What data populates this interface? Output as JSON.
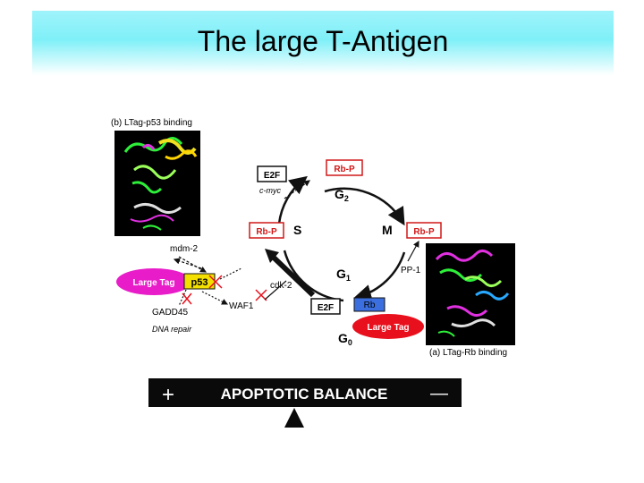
{
  "slide": {
    "title": "The large T-Antigen"
  },
  "panels": {
    "p53_binding": "(b) LTag-p53 binding",
    "rb_binding": "(a) LTag-Rb binding"
  },
  "cycle": {
    "g2": "G",
    "g2_sub": "2",
    "m": "M",
    "g1": "G",
    "g1_sub": "1",
    "g0": "G",
    "g0_sub": "0",
    "s": "S"
  },
  "boxes": {
    "rbp_top": "Rb-P",
    "rbp_left": "Rb-P",
    "rbp_right": "Rb-P",
    "e2f_top": "E2F",
    "e2f_bottom": "E2F",
    "rb": "Rb"
  },
  "factors": {
    "cmyc": "c-myc",
    "mdm2": "mdm-2",
    "cdk2": "cdk-2",
    "pp1": "PP-1",
    "waf1": "WAF1",
    "gadd45": "GADD45",
    "dna_repair": "DNA repair"
  },
  "complexes": {
    "large_tag_left": "Large Tag",
    "p53": "p53",
    "large_tag_right": "Large Tag"
  },
  "balance": {
    "plus": "+",
    "label": "APOPTOTIC BALANCE",
    "minus": "—"
  },
  "colors": {
    "title_band": "#7ff0f8",
    "large_tag": "#e81cc8",
    "p53_box": "#f3e000",
    "rb_box": "#3b6fe0",
    "large_tag_right": "#e8101c",
    "rbp_border": "#d01818",
    "balance_bar": "#0a0a0a"
  }
}
